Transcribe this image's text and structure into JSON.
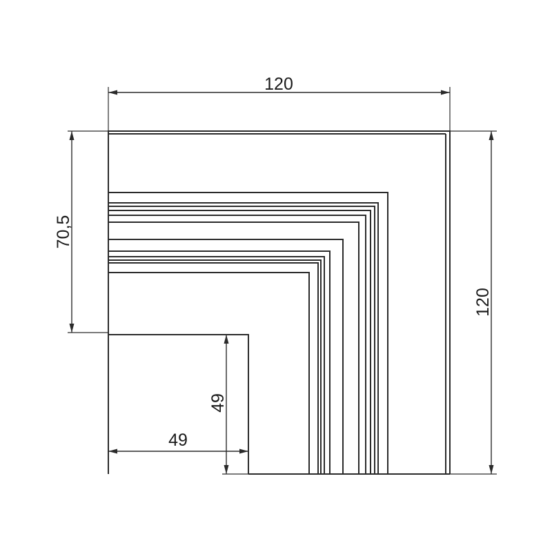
{
  "drawing": {
    "dimensions": {
      "top_width": "120",
      "right_height": "120",
      "left_height": "70,5",
      "inner_height": "49",
      "inner_width": "49"
    },
    "colors": {
      "line": "#2a2a2a",
      "text": "#1a1a1a",
      "background": "#ffffff"
    }
  }
}
